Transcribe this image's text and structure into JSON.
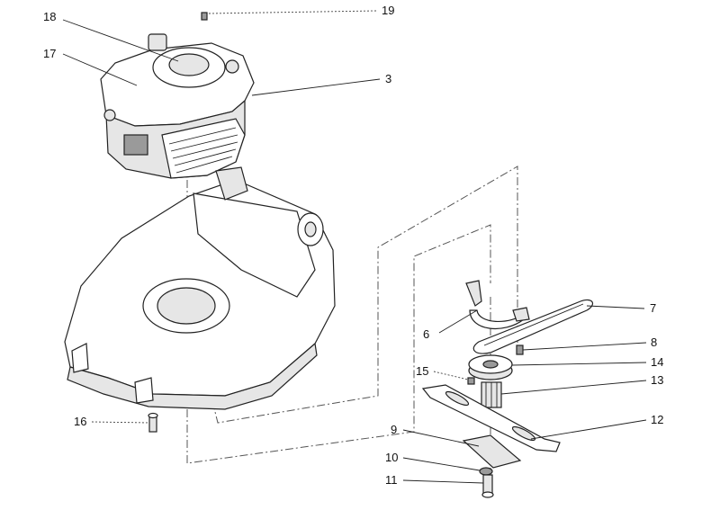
{
  "callouts": {
    "n18": "18",
    "n19": "19",
    "n17": "17",
    "n3": "3",
    "n7": "7",
    "n6": "6",
    "n8": "8",
    "n14": "14",
    "n15": "15",
    "n13": "13",
    "n16": "16",
    "n12": "12",
    "n9": "9",
    "n10": "10",
    "n11": "11"
  },
  "colors": {
    "line": "#222222",
    "shade": "#e6e6e6",
    "dark": "#9a9a9a",
    "background": "#ffffff"
  }
}
